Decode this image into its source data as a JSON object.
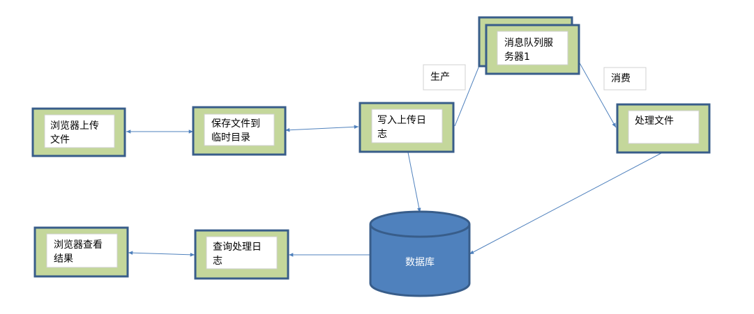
{
  "nodes": {
    "browser_upload": {
      "line1": "浏览器上传",
      "line2": "文件"
    },
    "save_temp": {
      "line1": "保存文件到",
      "line2": "临时目录"
    },
    "write_log": {
      "line1": "写入上传日",
      "line2": "志"
    },
    "mq_server": {
      "line1": "消息队列服",
      "line2": "务器1"
    },
    "process_file": {
      "line1": "处理文件"
    },
    "database": {
      "label": "数据库"
    },
    "query_log": {
      "line1": "查询处理日",
      "line2": "志"
    },
    "browser_view": {
      "line1": "浏览器查看",
      "line2": "结果"
    }
  },
  "edge_labels": {
    "produce": "生产",
    "consume": "消费"
  },
  "colors": {
    "box_fill": "#c4d79b",
    "box_border": "#385d8a",
    "connector": "#4f81bd",
    "database_fill": "#4f81bd"
  }
}
